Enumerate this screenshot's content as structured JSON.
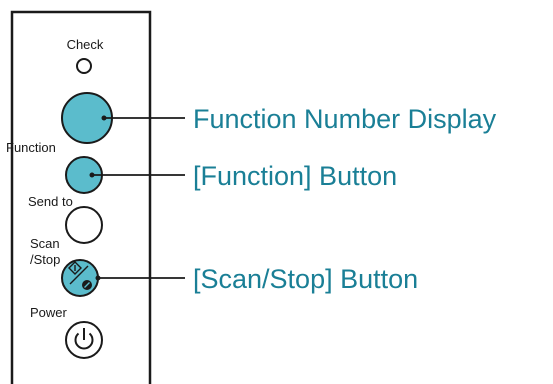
{
  "panel": {
    "labels": {
      "check": "Check",
      "function": "Function",
      "send_to": "Send to",
      "scan": "Scan",
      "stop": "/Stop",
      "power": "Power"
    }
  },
  "callouts": {
    "function_number_display": "Function Number Display",
    "function_button": "[Function] Button",
    "scan_stop_button": "[Scan/Stop] Button"
  },
  "colors": {
    "panel_border": "#1a1a1a",
    "button_fill": "#5bbccc",
    "button_stroke": "#1a1a1a",
    "callout_text": "#1a7f96",
    "leader_line": "#1a1a1a"
  },
  "icons": {
    "check_led": "circle-led-icon",
    "scan_stop": "scan-stop-icon",
    "power": "power-icon"
  }
}
